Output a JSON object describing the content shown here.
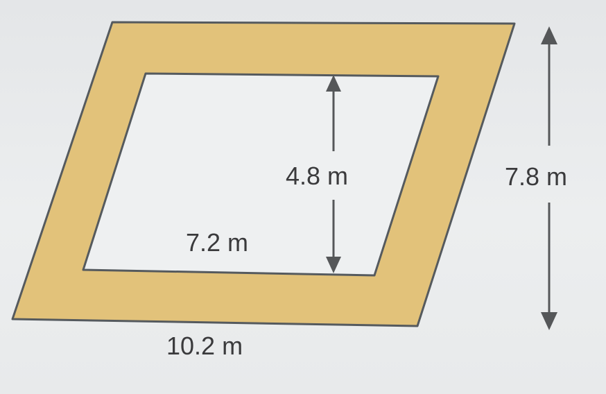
{
  "labels": {
    "inner_height": "4.8 m",
    "inner_base": "7.2 m",
    "outer_height": "7.8 m",
    "outer_base": "10.2 m"
  },
  "colors": {
    "border_fill": "#e2c27a",
    "inner_fill": "#eef0f1",
    "outline": "#555a5e",
    "arrow": "#555759"
  }
}
